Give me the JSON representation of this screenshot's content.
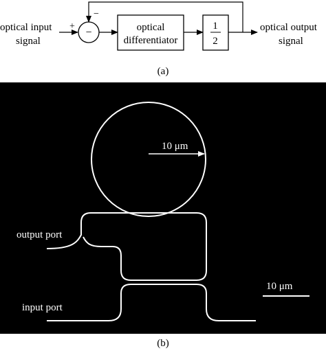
{
  "panel_a": {
    "input_label_line1": "optical input",
    "input_label_line2": "signal",
    "plus_sign": "+",
    "minus_sign_top": "−",
    "summer_symbol": "−",
    "differentiator_line1": "optical",
    "differentiator_line2": "differentiator",
    "gain_numerator": "1",
    "gain_denominator": "2",
    "output_label_line1": "optical output",
    "output_label_line2": "signal",
    "caption": "(a)"
  },
  "panel_b": {
    "ring_radius_label": "10 μm",
    "output_port_label": "output port",
    "input_port_label": "input port",
    "scale_bar_label": "10 μm",
    "caption": "(b)",
    "background_color": "#000000",
    "waveguide_color": "#ffffff"
  }
}
